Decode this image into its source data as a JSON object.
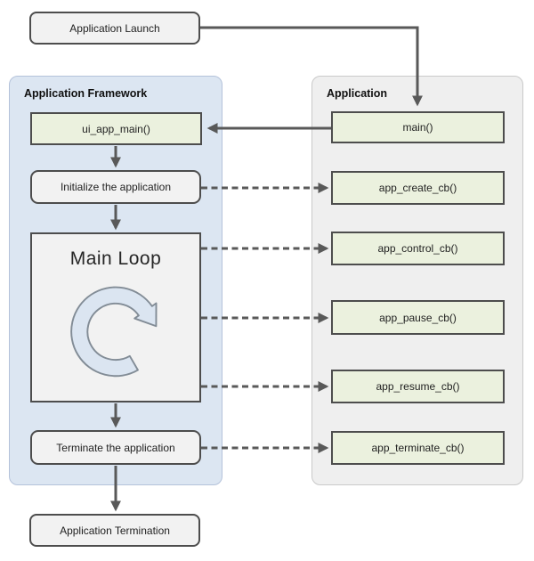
{
  "nodes": {
    "app_launch": "Application Launch",
    "app_termination": "Application Termination"
  },
  "framework_panel": {
    "title": "Application Framework",
    "ui_app_main": "ui_app_main()",
    "initialize": "Initialize the application",
    "main_loop": "Main Loop",
    "terminate": "Terminate the application"
  },
  "application_panel": {
    "title": "Application",
    "main": "main()",
    "create_cb": "app_create_cb()",
    "control_cb": "app_control_cb()",
    "pause_cb": "app_pause_cb()",
    "resume_cb": "app_resume_cb()",
    "terminate_cb": "app_terminate_cb()"
  },
  "icons": {
    "main_loop_icon": "circular-arrow-clockwise-icon"
  },
  "colors": {
    "framework_panel_bg": "#dce6f2",
    "framework_panel_border": "#b4c2da",
    "application_panel_bg": "#efefef",
    "application_panel_border": "#c9c9c9",
    "callback_box_bg": "#ebf1de",
    "process_box_bg": "#f2f2f2",
    "box_border": "#4d4d4d",
    "arrow": "#595959",
    "loop_icon_fill": "#dbe5f1",
    "loop_icon_stroke": "#828c96"
  }
}
